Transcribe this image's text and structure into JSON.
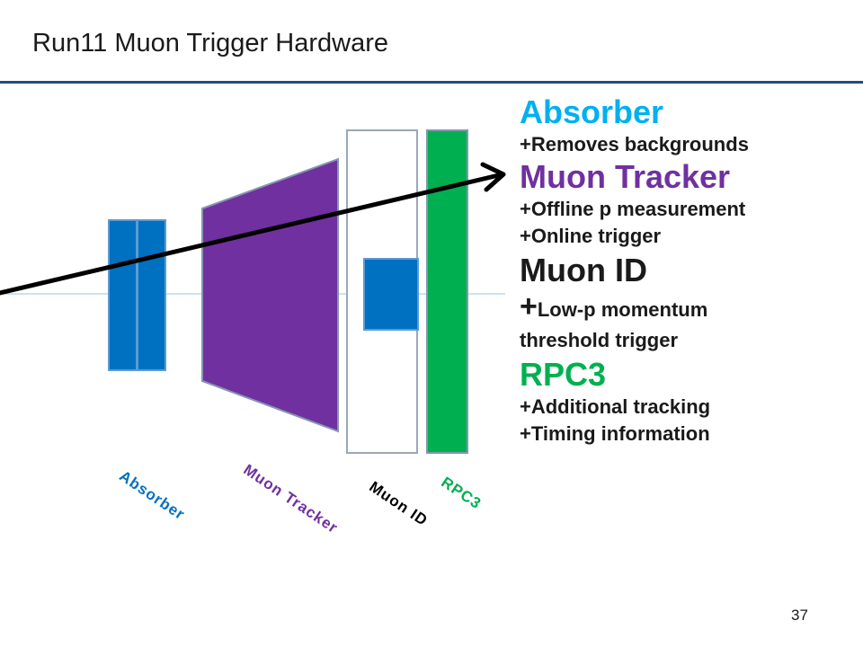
{
  "slide": {
    "title": "Run11 Muon Trigger Hardware",
    "page_number": "37"
  },
  "colors": {
    "absorber": "#0070c0",
    "muon_tracker": "#7030a0",
    "muon_id": "#000000",
    "rpc3": "#00b050",
    "title_rule": "#1f4e79"
  },
  "diagram_labels": {
    "absorber": "Absorber",
    "muon_tracker": "Muon Tracker",
    "muon_id": "Muon ID",
    "rpc3": "RPC3"
  },
  "legend": {
    "absorber": {
      "heading": "Absorber",
      "items": [
        "+Removes backgrounds"
      ]
    },
    "muon_tracker": {
      "heading": "Muon Tracker",
      "items": [
        "+Offline p measurement",
        "+Online trigger"
      ]
    },
    "muon_id": {
      "heading": "Muon ID",
      "item_plus": "+",
      "item_line1": "Low-p momentum",
      "item_line2": "threshold trigger"
    },
    "rpc3": {
      "heading": "RPC3",
      "items": [
        "+Additional tracking",
        "+Timing information"
      ]
    }
  }
}
